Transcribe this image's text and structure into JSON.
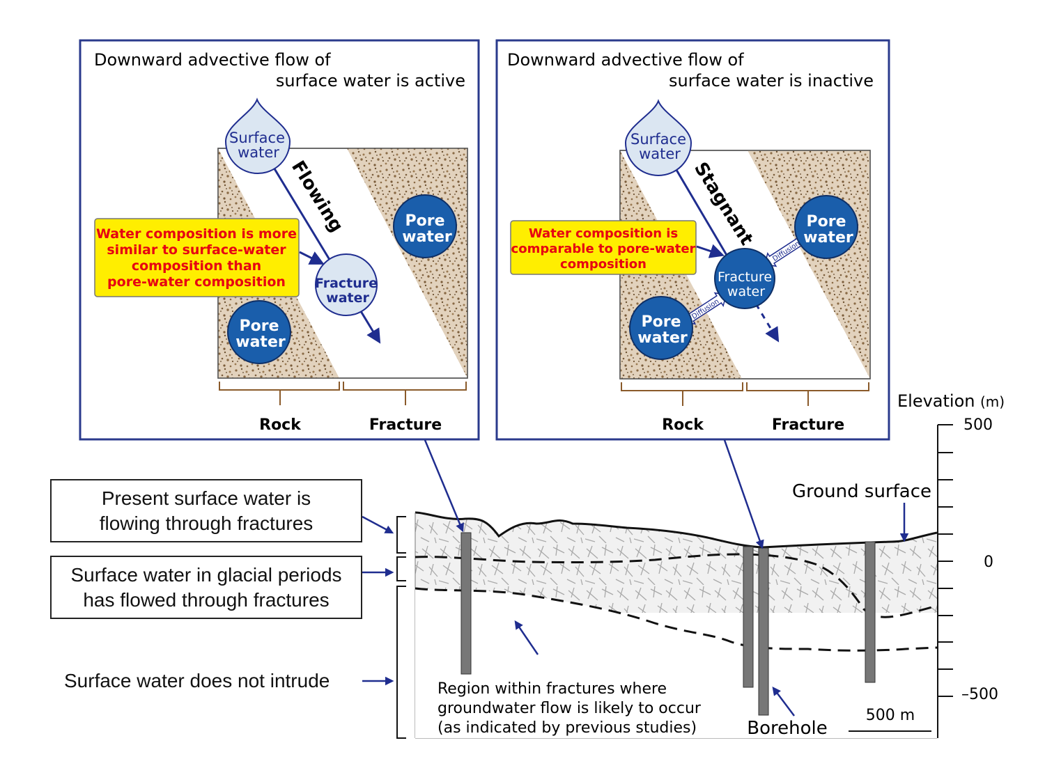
{
  "panel_active": {
    "title_line1": "Downward advective flow of",
    "title_line2": "surface water is active",
    "surface_water": [
      "Surface",
      "water"
    ],
    "flow_label": "Flowing",
    "pore_water": [
      "Pore",
      "water"
    ],
    "fracture_water": [
      "Fracture",
      "water"
    ],
    "callout": [
      "Water composition is more",
      "similar to surface-water",
      "composition than",
      "pore-water composition"
    ],
    "rock_label": "Rock",
    "fracture_label": "Fracture"
  },
  "panel_inactive": {
    "title_line1": "Downward advective flow of",
    "title_line2": "surface water is inactive",
    "surface_water": [
      "Surface",
      "water"
    ],
    "flow_label": "Stagnant",
    "pore_water": [
      "Pore",
      "water"
    ],
    "fracture_water": [
      "Fracture",
      "water"
    ],
    "diffusion_label": "Diffusion",
    "callout": [
      "Water composition is",
      "comparable to pore-water",
      "composition"
    ],
    "rock_label": "Rock",
    "fracture_label": "Fracture"
  },
  "cross_section": {
    "zone_labels": [
      [
        "Present surface water is",
        "flowing through fractures"
      ],
      [
        "Surface water in glacial periods",
        "has flowed through fractures"
      ],
      [
        "Surface water does not intrude"
      ]
    ],
    "region_note": [
      "Region within fractures where",
      "groundwater flow is likely to occur",
      "(as indicated by previous studies)"
    ],
    "borehole_label": "Borehole",
    "ground_surface_label": "Ground surface",
    "scale_bar_label": "500 m",
    "elevation_axis": {
      "title": "Elevation",
      "unit": "(m)",
      "ticks": [
        "500",
        "0",
        "–500"
      ]
    }
  },
  "colors": {
    "frame_blue": "#2a3a8c",
    "arrow_blue": "#1f2d8f",
    "pore_blue": "#1a5eab",
    "fracture_light": "#dbe6f2",
    "rock_brown": "#c6ad8e",
    "callout_yellow": "#ffee00",
    "callout_red": "#e60012"
  }
}
